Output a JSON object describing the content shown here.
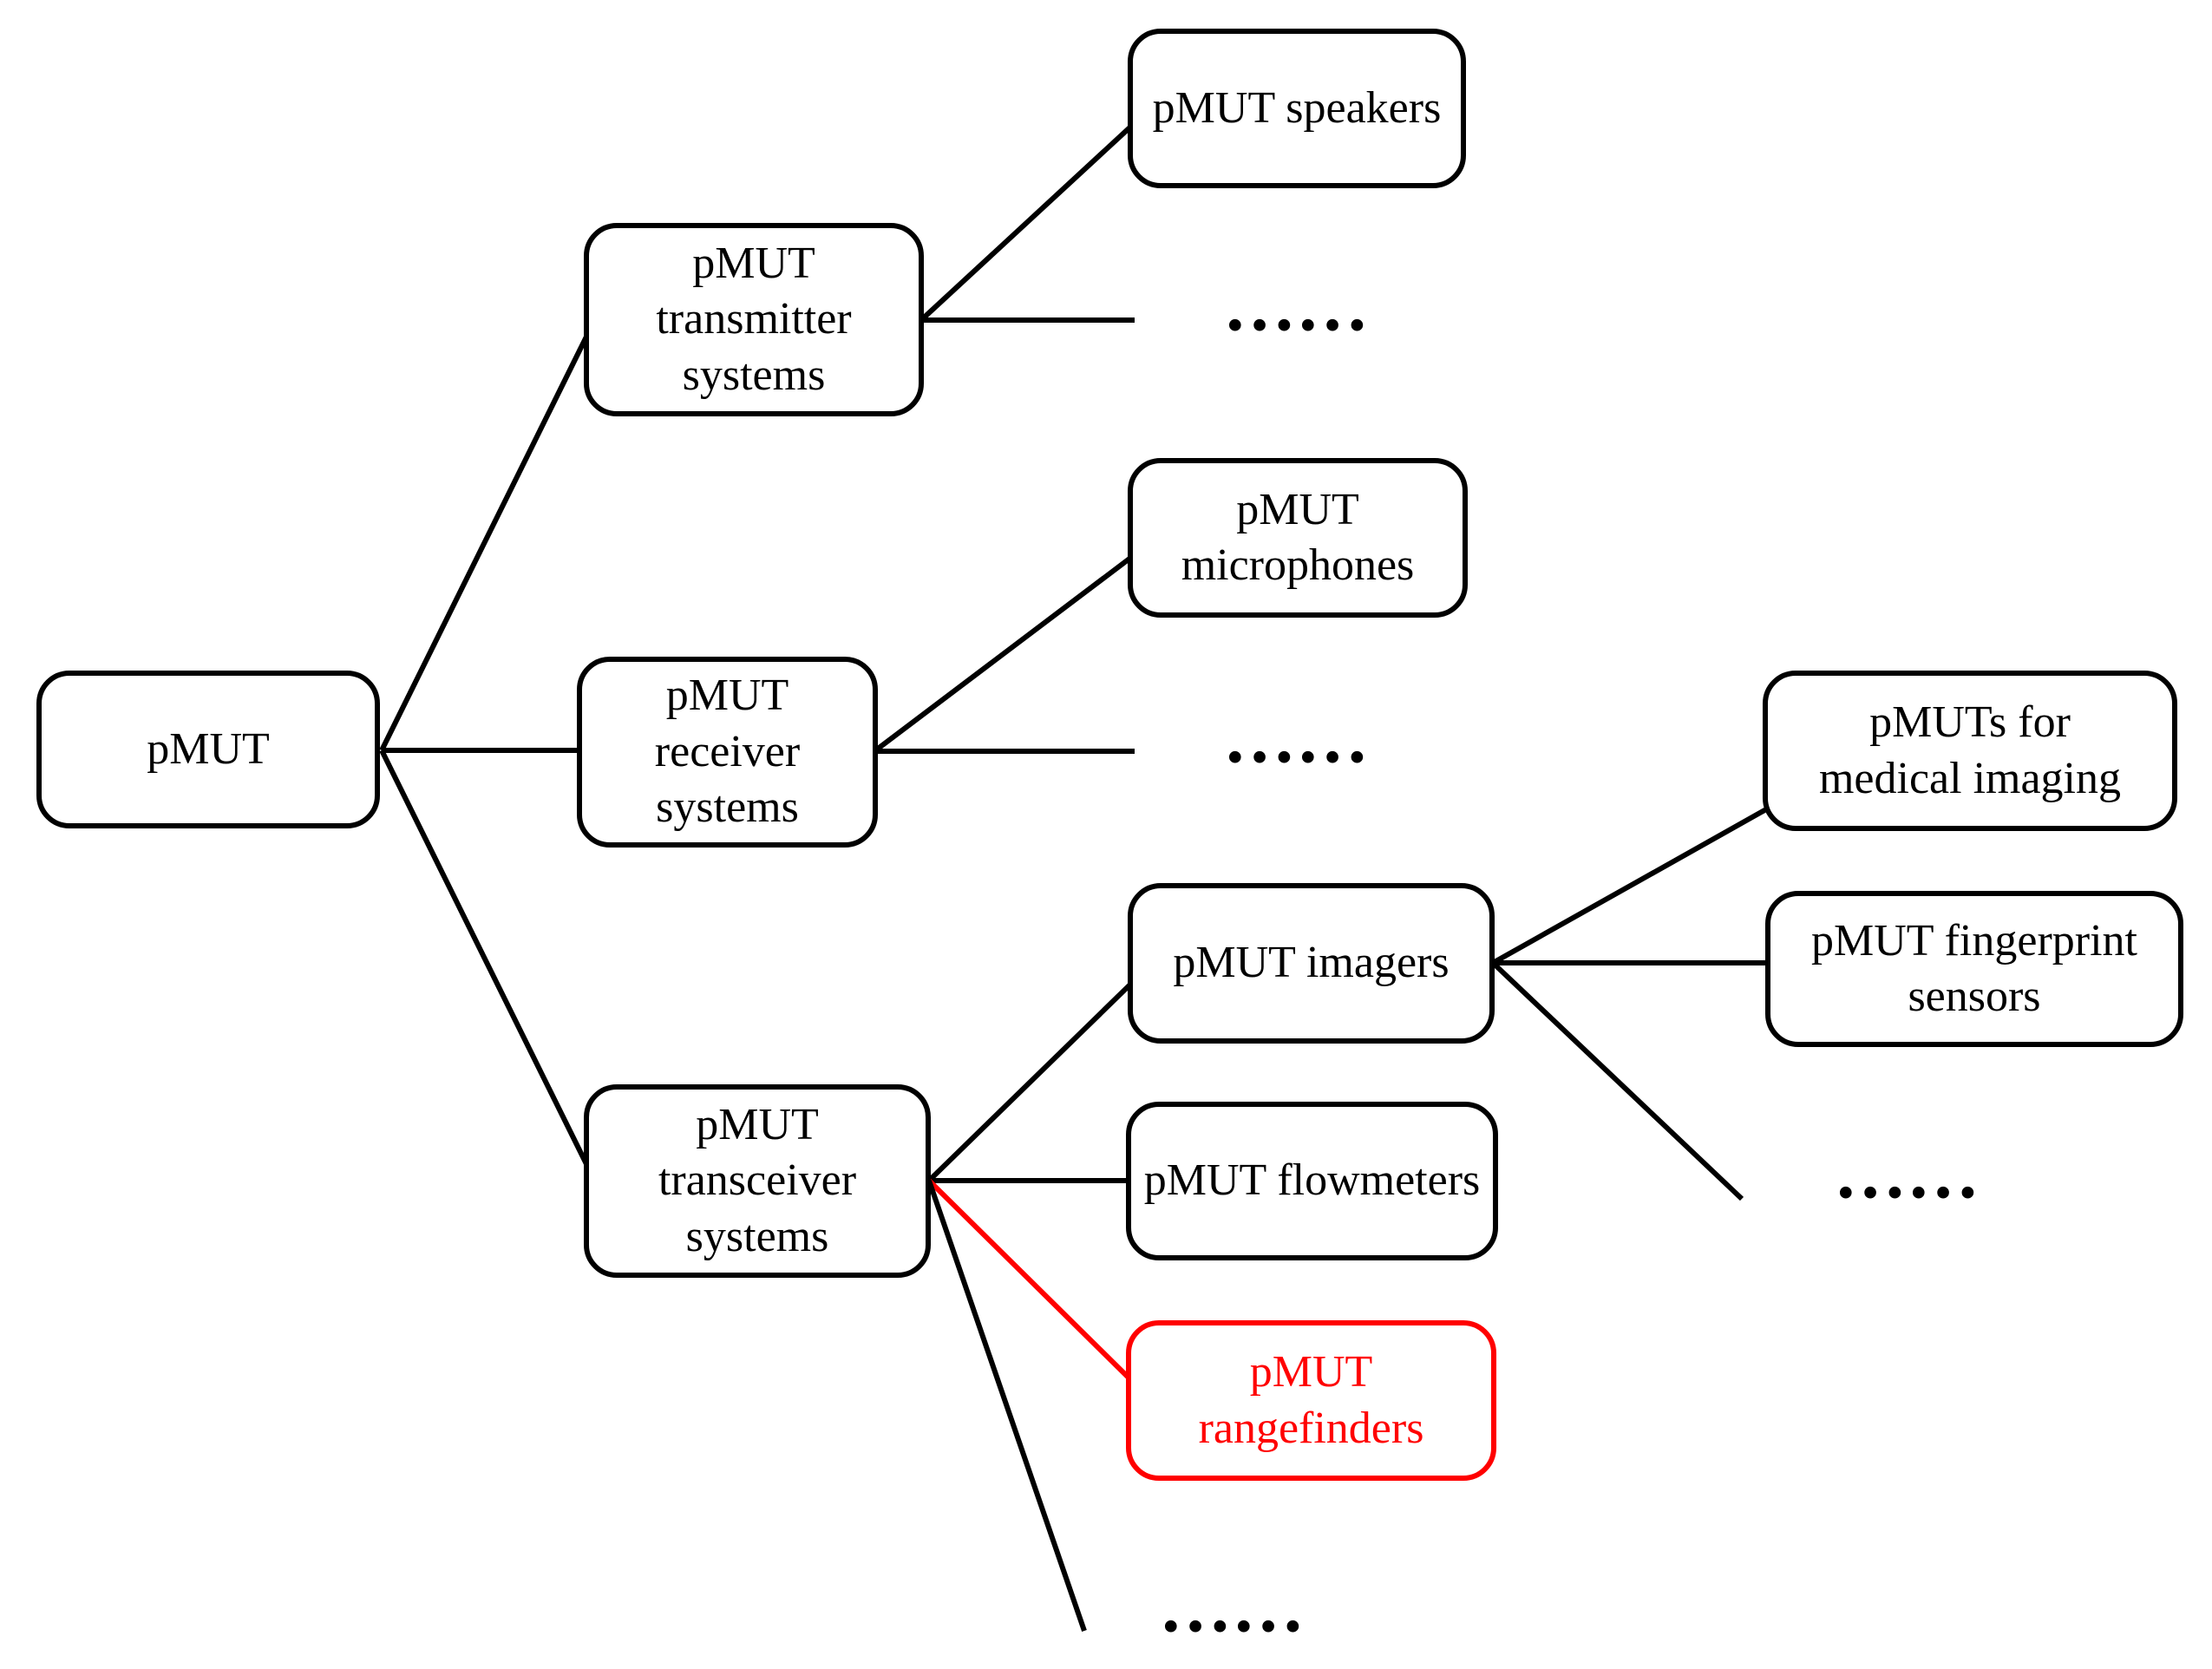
{
  "figure": {
    "description": "Tree diagram of pMUT device categories",
    "background_color": "#ffffff",
    "line_color": "#000000",
    "highlight_color": "#ff0000",
    "text_color": "#000000",
    "ellipsis": "……",
    "nodes": {
      "root": {
        "label": "pMUT"
      },
      "transmitter": {
        "label": "pMUT\ntransmitter\nsystems"
      },
      "receiver": {
        "label": "pMUT\nreceiver\nsystems"
      },
      "transceiver": {
        "label": "pMUT\ntransceiver\nsystems"
      },
      "speakers": {
        "label": "pMUT speakers"
      },
      "microphones": {
        "label": "pMUT\nmicrophones"
      },
      "imagers": {
        "label": "pMUT imagers"
      },
      "flowmeters": {
        "label": "pMUT flowmeters"
      },
      "rangefinders": {
        "label": "pMUT\nrangefinders",
        "highlighted": true
      },
      "medical_imaging": {
        "label": "pMUTs for\nmedical imaging"
      },
      "fingerprint_sensors": {
        "label": "pMUT fingerprint\nsensors"
      }
    },
    "edges": [
      {
        "from": "root",
        "to": "transmitter",
        "color": "#000000"
      },
      {
        "from": "root",
        "to": "receiver",
        "color": "#000000"
      },
      {
        "from": "root",
        "to": "transceiver",
        "color": "#000000"
      },
      {
        "from": "transmitter",
        "to": "speakers",
        "color": "#000000"
      },
      {
        "from": "transmitter",
        "to": "more_transmitter",
        "color": "#000000"
      },
      {
        "from": "receiver",
        "to": "microphones",
        "color": "#000000"
      },
      {
        "from": "receiver",
        "to": "more_receiver",
        "color": "#000000"
      },
      {
        "from": "transceiver",
        "to": "imagers",
        "color": "#000000"
      },
      {
        "from": "transceiver",
        "to": "flowmeters",
        "color": "#000000"
      },
      {
        "from": "transceiver",
        "to": "rangefinders",
        "color": "#ff0000"
      },
      {
        "from": "transceiver",
        "to": "more_transceiver",
        "color": "#000000"
      },
      {
        "from": "imagers",
        "to": "medical_imaging",
        "color": "#000000"
      },
      {
        "from": "imagers",
        "to": "fingerprint_sensors",
        "color": "#000000"
      },
      {
        "from": "imagers",
        "to": "more_imagers",
        "color": "#000000"
      }
    ]
  }
}
